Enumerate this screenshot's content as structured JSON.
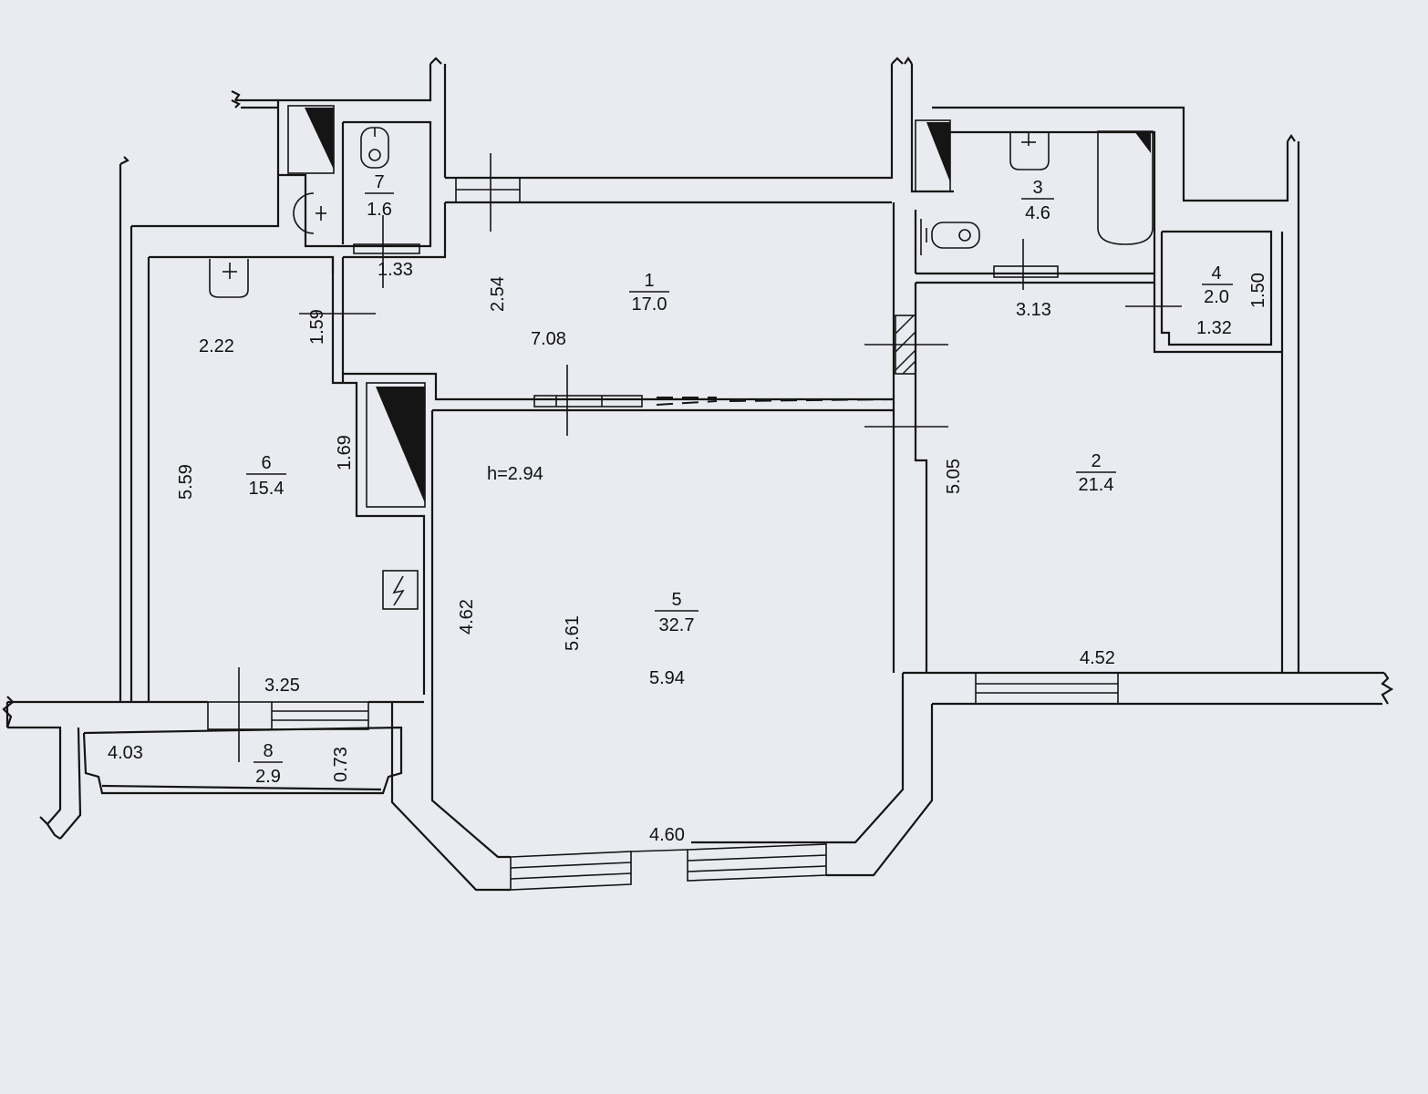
{
  "rooms": [
    {
      "number": "1",
      "area": "17.0"
    },
    {
      "number": "2",
      "area": "21.4"
    },
    {
      "number": "3",
      "area": "4.6"
    },
    {
      "number": "4",
      "area": "2.0"
    },
    {
      "number": "5",
      "area": "32.7"
    },
    {
      "number": "6",
      "area": "15.4"
    },
    {
      "number": "7",
      "area": "1.6"
    },
    {
      "number": "8",
      "area": "2.9"
    }
  ],
  "ceiling_height": "h=2.94",
  "dimensions": {
    "corridor_wc_width": "1.33",
    "corridor_depth": "2.54",
    "corridor_length": "7.08",
    "corridor_west_width": "1.59",
    "kitchen_width": "2.22",
    "kitchen_niche": "1.69",
    "kitchen_length": "5.59",
    "kitchen_window_wall": "3.25",
    "balcony_length": "4.03",
    "balcony_width": "0.73",
    "living_west": "4.62",
    "living_depth": "5.61",
    "living_width": "5.94",
    "living_bay": "4.60",
    "bath_width": "3.13",
    "closet_width": "1.32",
    "closet_depth": "1.50",
    "bedroom_depth": "5.05",
    "bedroom_width": "4.52"
  }
}
